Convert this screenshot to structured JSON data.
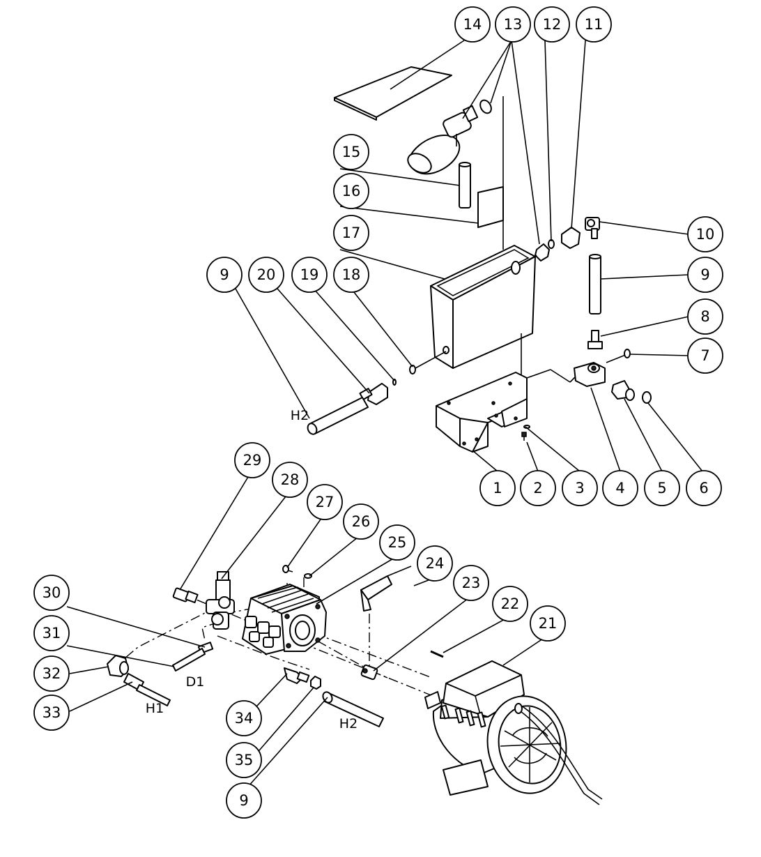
{
  "callouts": [
    "1",
    "2",
    "3",
    "4",
    "5",
    "6",
    "7",
    "8",
    "9",
    "10",
    "11",
    "12",
    "13",
    "14",
    "15",
    "16",
    "17",
    "18",
    "19",
    "20",
    "21",
    "22",
    "23",
    "24",
    "25",
    "26",
    "27",
    "28",
    "29",
    "30",
    "31",
    "32",
    "33",
    "34",
    "35"
  ],
  "hose_tags": [
    "H1",
    "H2",
    "D1"
  ],
  "extra_callouts": [
    "9",
    "9"
  ],
  "extra_tags": [
    "H2"
  ]
}
